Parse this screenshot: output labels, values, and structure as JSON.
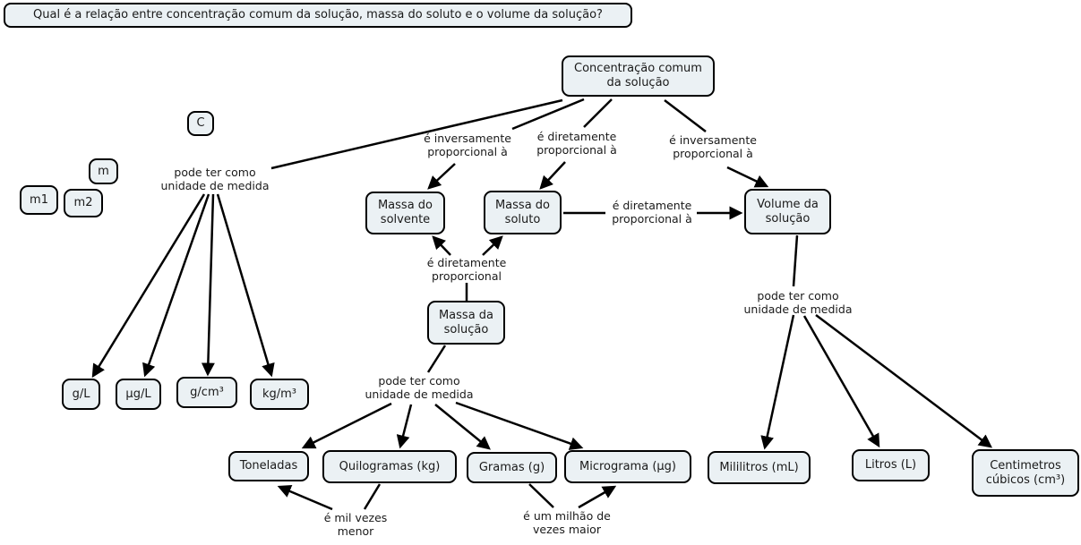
{
  "question": "Qual é a relação entre concentração comum da solução, massa do soluto e o volume da solução?",
  "colors": {
    "node_fill": "#ebf1f4",
    "node_border": "#000000",
    "line": "#000000",
    "background": "#ffffff"
  },
  "nodes": {
    "concentracao": {
      "label": "Concentração comum\nda solução"
    },
    "c": {
      "label": "C"
    },
    "m": {
      "label": "m"
    },
    "m1": {
      "label": "m1"
    },
    "m2": {
      "label": "m2"
    },
    "massa_solvente": {
      "label": "Massa do\nsolvente"
    },
    "massa_soluto": {
      "label": "Massa do\nsoluto"
    },
    "volume_solucao": {
      "label": "Volume da\nsolução"
    },
    "massa_solucao": {
      "label": "Massa da\nsolução"
    },
    "g_l": {
      "label": "g/L"
    },
    "ug_l": {
      "label": "µg/L"
    },
    "g_cm3": {
      "label": "g/cm³"
    },
    "kg_m3": {
      "label": "kg/m³"
    },
    "toneladas": {
      "label": "Toneladas"
    },
    "quilogramas": {
      "label": "Quilogramas (kg)"
    },
    "gramas": {
      "label": "Gramas (g)"
    },
    "micrograma": {
      "label": "Micrograma (µg)"
    },
    "mililitros": {
      "label": "Mililitros (mL)"
    },
    "litros": {
      "label": "Litros (L)"
    },
    "centimetros": {
      "label": "Centimetros\ncúbicos (cm³)"
    }
  },
  "link_labels": {
    "unidade_c": {
      "label": "pode ter como\nunidade de medida"
    },
    "inv_solvente": {
      "label": "é inversamente\nproporcional à"
    },
    "dir_soluto": {
      "label": "é diretamente\nproporcional à"
    },
    "inv_volume": {
      "label": "é inversamente\nproporcional à"
    },
    "dir_volume": {
      "label": "é diretamente\nproporcional à"
    },
    "dir_proporcional": {
      "label": "é diretamente\nproporcional"
    },
    "unidade_massa": {
      "label": "pode ter como\nunidade de medida"
    },
    "unidade_volume": {
      "label": "pode ter como\nunidade de medida"
    },
    "mil_vezes": {
      "label": "é mil vezes\nmenor"
    },
    "milhao_vezes": {
      "label": "é um milhão de\nvezes maior"
    }
  },
  "edges": [
    {
      "from": "Concentração comum da solução",
      "label": "pode ter como unidade de medida",
      "to": [
        "g/L",
        "µg/L",
        "g/cm³",
        "kg/m³"
      ]
    },
    {
      "from": "Concentração comum da solução",
      "label": "é inversamente proporcional à",
      "to": [
        "Massa do solvente"
      ]
    },
    {
      "from": "Concentração comum da solução",
      "label": "é diretamente proporcional à",
      "to": [
        "Massa do soluto"
      ]
    },
    {
      "from": "Concentração comum da solução",
      "label": "é inversamente proporcional à",
      "to": [
        "Volume da solução"
      ]
    },
    {
      "from": "Massa do soluto",
      "label": "é diretamente proporcional à",
      "to": [
        "Volume da solução"
      ]
    },
    {
      "from": "Massa da solução",
      "label": "é diretamente proporcional",
      "to": [
        "Massa do solvente",
        "Massa do soluto"
      ]
    },
    {
      "from": "Massa da solução",
      "label": "pode ter como unidade de medida",
      "to": [
        "Toneladas",
        "Quilogramas (kg)",
        "Gramas (g)",
        "Micrograma (µg)"
      ]
    },
    {
      "from": "Volume da solução",
      "label": "pode ter como unidade de medida",
      "to": [
        "Mililitros (mL)",
        "Litros (L)",
        "Centimetros cúbicos (cm³)"
      ]
    },
    {
      "from": "Quilogramas (kg)",
      "label": "é mil vezes menor",
      "to": [
        "Toneladas"
      ]
    },
    {
      "from": "Gramas (g)",
      "label": "é um milhão de vezes maior",
      "to": [
        "Micrograma (µg)"
      ]
    }
  ]
}
